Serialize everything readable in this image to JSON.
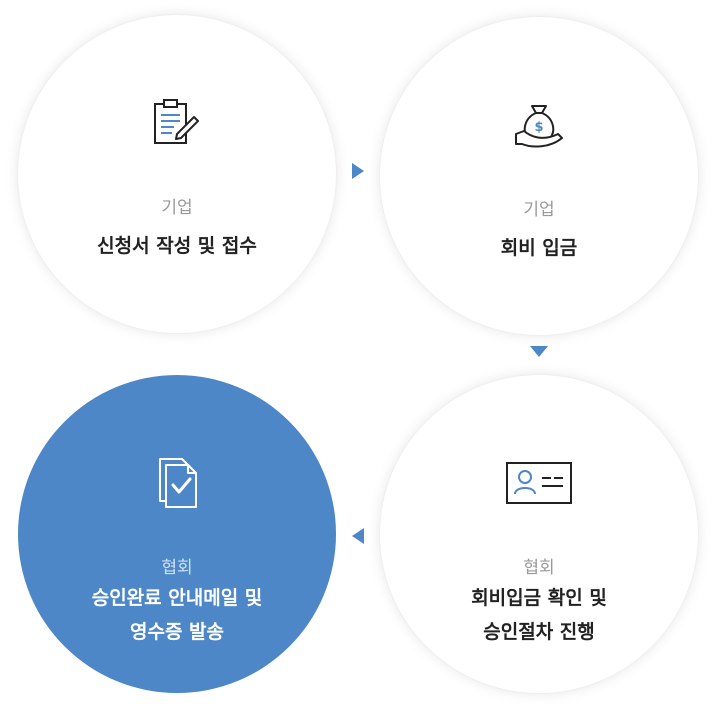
{
  "steps": [
    {
      "actor": "기업",
      "title": "신청서 작성 및 접수",
      "icon": "application-form-icon"
    },
    {
      "actor": "기업",
      "title": "회비 입금",
      "icon": "money-bag-icon"
    },
    {
      "actor": "협회",
      "title_lines": [
        "회비입금 확인 및",
        "승인절차 진행"
      ],
      "icon": "id-card-icon"
    },
    {
      "actor": "협회",
      "title_lines": [
        "승인완료 안내메일 및",
        "영수증 발송"
      ],
      "icon": "approved-documents-icon",
      "active": true
    }
  ],
  "colors": {
    "accent": "#4d87c7",
    "text": "#222222",
    "muted": "#9a9a9a"
  }
}
